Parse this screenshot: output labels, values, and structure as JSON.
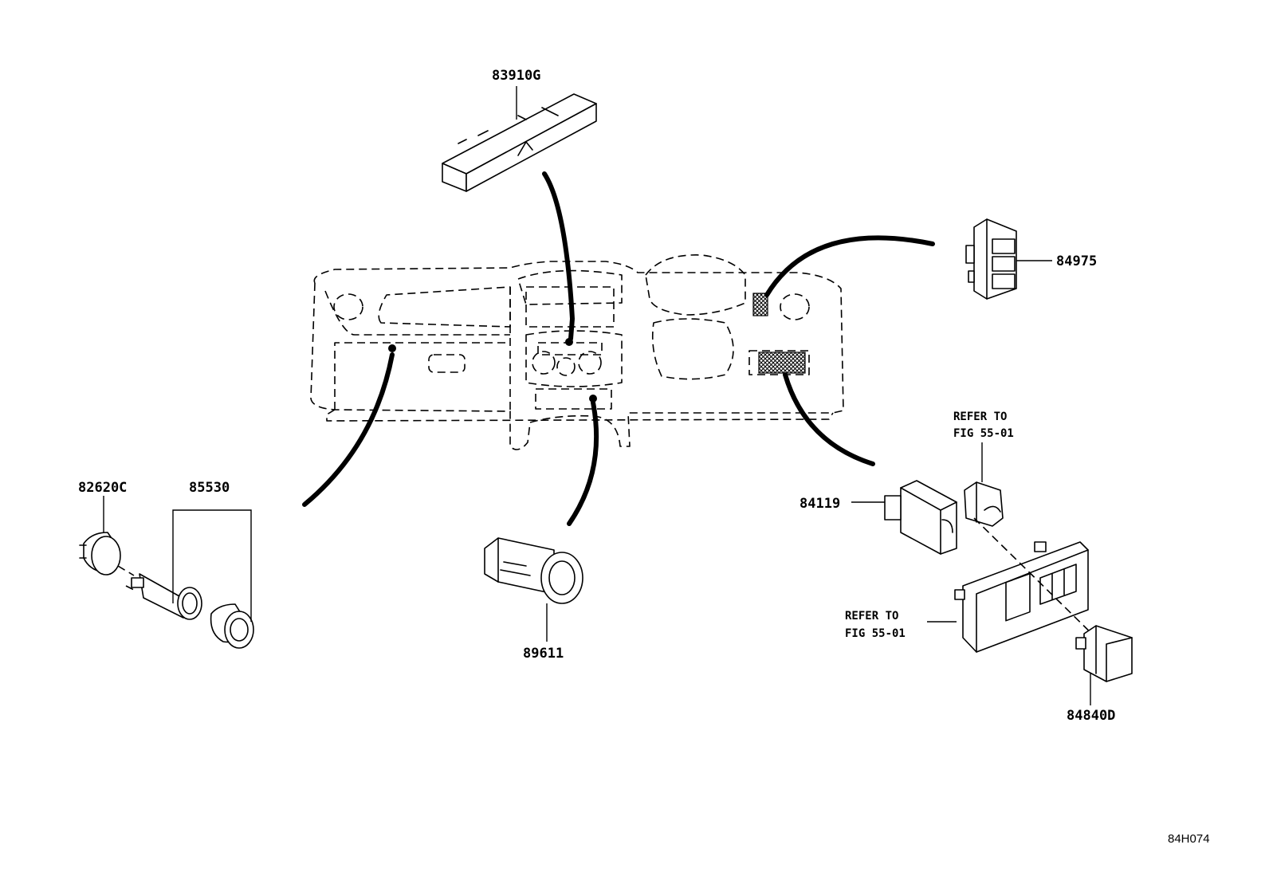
{
  "diagram": {
    "code": "84H074",
    "parts": {
      "p83910G": "83910G",
      "p84975": "84975",
      "p82620C": "82620C",
      "p85530": "85530",
      "p89611": "89611",
      "p84119": "84119",
      "p84840D": "84840D"
    },
    "refer_top": {
      "line1": "REFER TO",
      "line2": "FIG 55-01"
    },
    "refer_bottom": {
      "line1": "REFER TO",
      "line2": "FIG 55-01"
    }
  }
}
